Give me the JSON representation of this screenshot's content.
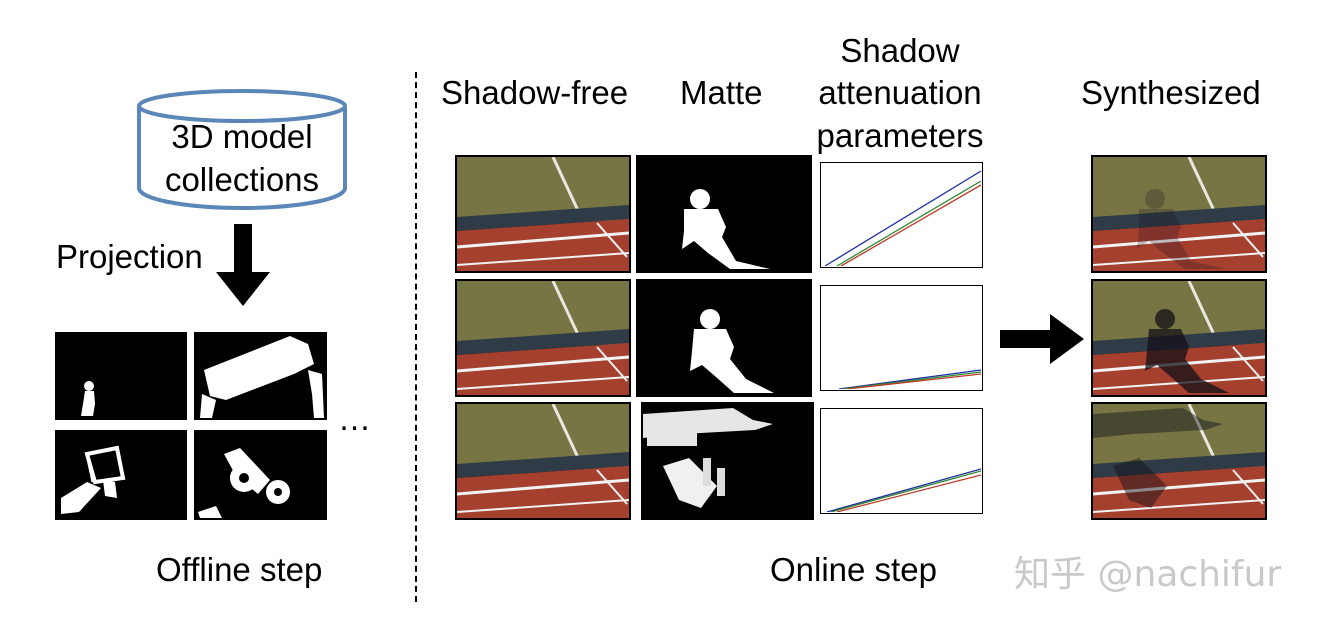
{
  "offline": {
    "database_label_line1": "3D model",
    "database_label_line2": "collections",
    "projection_label": "Projection",
    "ellipsis": "…",
    "step_label": "Offline step"
  },
  "online": {
    "column_headers": {
      "shadow_free": "Shadow-free",
      "matte": "Matte",
      "params_line1": "Shadow",
      "params_line2": "attenuation",
      "params_line3": "parameters",
      "synthesized": "Synthesized"
    },
    "step_label": "Online step"
  },
  "watermark": "知乎 @nachifur",
  "colors": {
    "cylinder_stroke": "#5b86b8",
    "track_red": "#a5402f",
    "grass": "#6f7040",
    "line_blue": "#1f2ea8",
    "line_green": "#2e8a2e",
    "line_red": "#c0392b"
  }
}
